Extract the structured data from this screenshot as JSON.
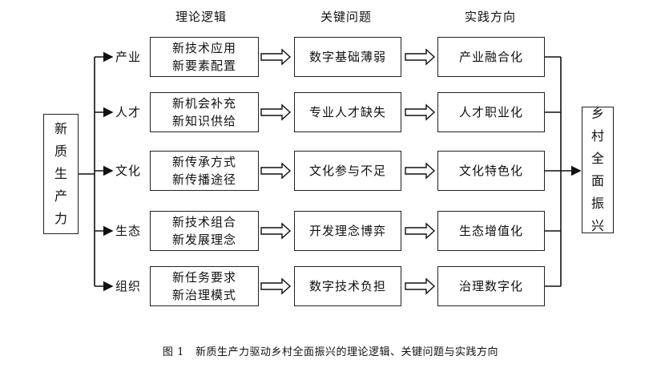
{
  "headers": {
    "logic": "理论逻辑",
    "problems": "关键问题",
    "directions": "实践方向"
  },
  "source": {
    "chars": [
      "新",
      "质",
      "生",
      "产",
      "力"
    ]
  },
  "target": {
    "chars": [
      "乡",
      "村",
      "全",
      "面",
      "振",
      "兴"
    ]
  },
  "rows": [
    {
      "dimension": "产业",
      "logic": [
        "新技术应用",
        "新要素配置"
      ],
      "problem": "数字基础薄弱",
      "direction": "产业融合化"
    },
    {
      "dimension": "人才",
      "logic": [
        "新机会补充",
        "新知识供给"
      ],
      "problem": "专业人才缺失",
      "direction": "人才职业化"
    },
    {
      "dimension": "文化",
      "logic": [
        "新传承方式",
        "新传播途径"
      ],
      "problem": "文化参与不足",
      "direction": "文化特色化"
    },
    {
      "dimension": "生态",
      "logic": [
        "新技术组合",
        "新发展理念"
      ],
      "problem": "开发理念博弈",
      "direction": "生态增值化"
    },
    {
      "dimension": "组织",
      "logic": [
        "新任务要求",
        "新治理模式"
      ],
      "problem": "数字技术负担",
      "direction": "治理数字化"
    }
  ],
  "caption": {
    "label": "图 1",
    "text": "新质生产力驱动乡村全面振兴的理论逻辑、关键问题与实践方向"
  }
}
